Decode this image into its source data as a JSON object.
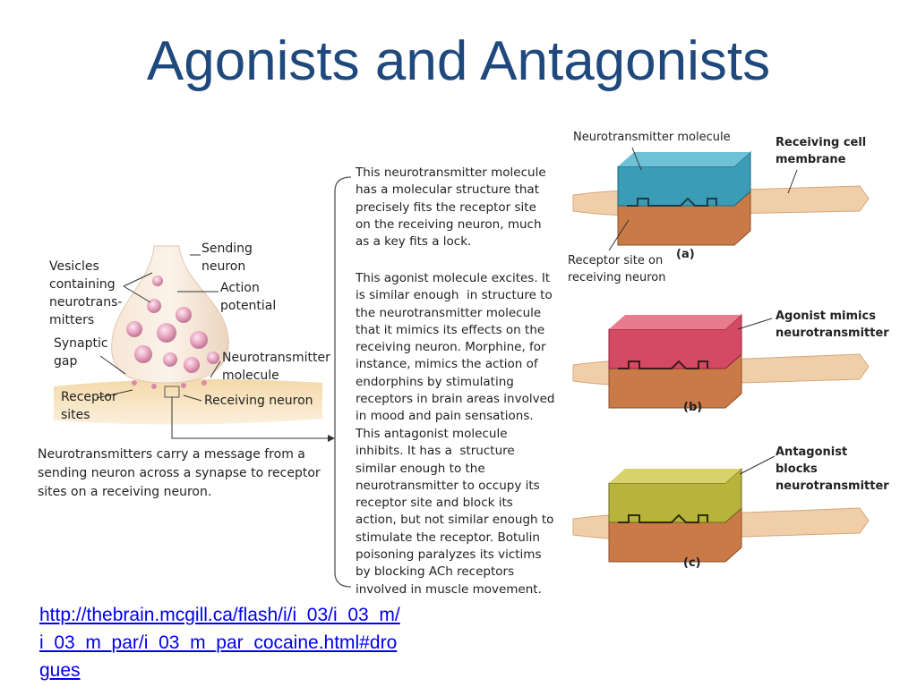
{
  "title": "Agonists and Antagonists",
  "diagram_labels": {
    "sending_neuron": "Sending\nneuron",
    "vesicles": "Vesicles\ncontaining\nneurotrans-\nmitters",
    "action_potential": "Action\npotential",
    "synaptic_gap": "Synaptic\ngap",
    "nt_molecule": "Neurotransmitter\nmolecule",
    "receptor_sites": "Receptor\nsites",
    "receiving_neuron": "Receiving neuron"
  },
  "caption": "Neurotransmitters carry a message from a\nsending neuron across a synapse to receptor\nsites on a receiving neuron.",
  "paragraphs": {
    "p1": "This neurotransmitter molecule\nhas a molecular structure that\nprecisely fits the receptor site\non the receiving neuron, much\nas a key fits a lock.",
    "p2": "This agonist molecule excites. It\nis similar enough  in structure to\nthe neurotransmitter molecule\nthat it mimics its effects on the\nreceiving neuron. Morphine, for\ninstance, mimics the action of\nendorphins by stimulating\nreceptors in brain areas involved\nin mood and pain sensations.",
    "p3": "This antagonist molecule\ninhibits. It has a  structure\nsimilar enough to the\nneurotransmitter to occupy its\nreceptor site and block its\naction, but not similar enough to\nstimulate the receptor. Botulin\npoisoning paralyzes its victims\nby blocking ACh receptors\ninvolved in muscle movement."
  },
  "panel_labels": {
    "nt_molecule": "Neurotransmitter molecule",
    "receiving_membrane": "Receiving cell\nmembrane",
    "receptor_site": "Receptor site on\nreceiving neuron",
    "a": "(a)",
    "agonist": "Agonist mimics\nneurotransmitter",
    "b": "(b)",
    "antagonist": "Antagonist\nblocks\nneurotransmitter",
    "c": "(c)"
  },
  "colors": {
    "title": "#1f497d",
    "link": "#0000ee",
    "neurotransmitter_block": "#3a9cb5",
    "agonist_block": "#d44a62",
    "antagonist_block": "#b8b33a",
    "receptor_block": "#c97a47"
  },
  "link": "http://thebrain.mcgill.ca/flash/i/i_03/i_03_m/\ni_03_m_par/i_03_m_par_cocaine.html#dro\ngues"
}
